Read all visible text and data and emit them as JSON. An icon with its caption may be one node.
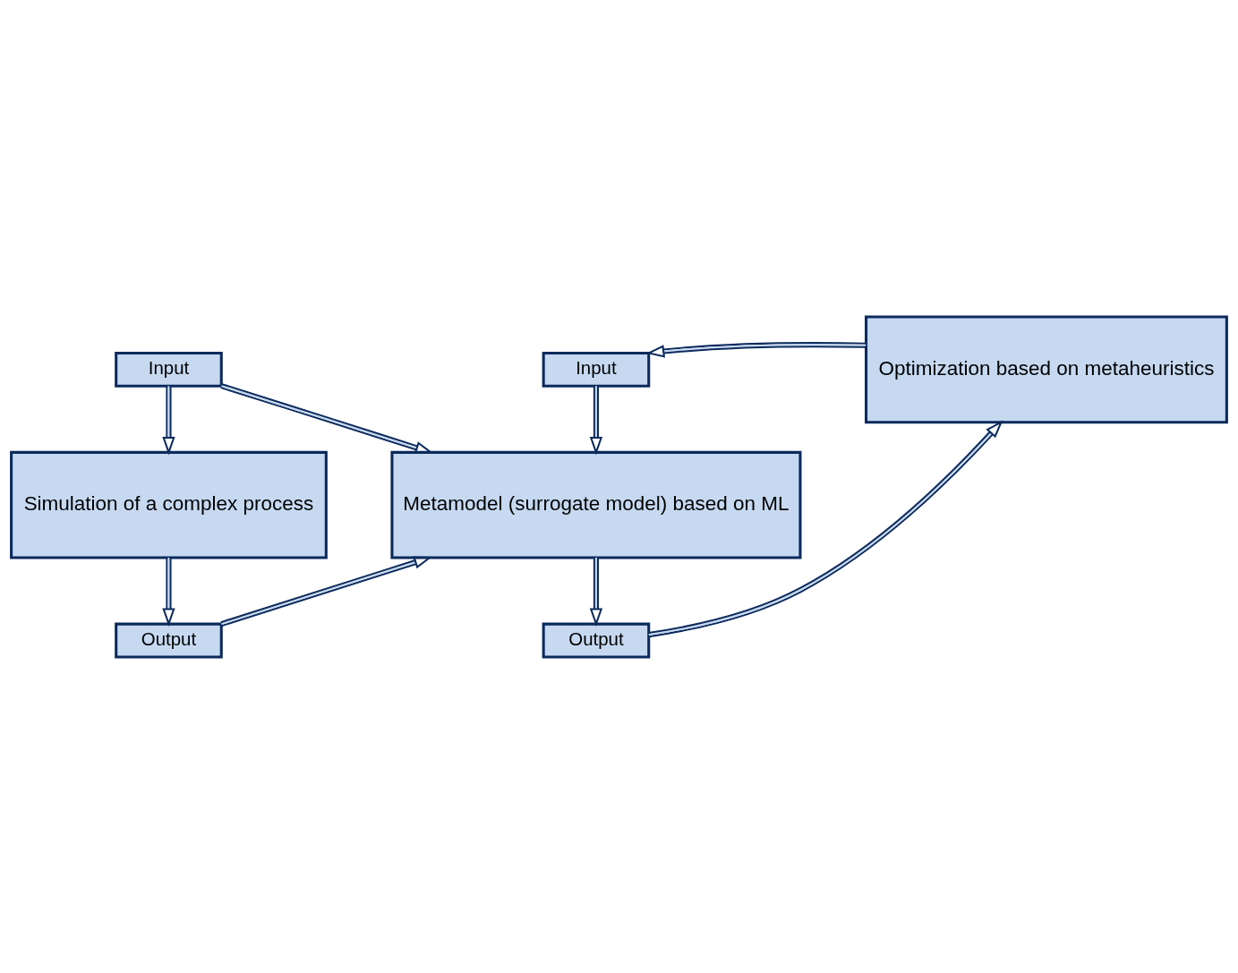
{
  "diagram": {
    "nodes": [
      {
        "text": [
          "Input"
        ]
      },
      {
        "text": [
          "Simulation of a complex process"
        ]
      },
      {
        "text": [
          "Output"
        ]
      },
      {
        "text": [
          "Input"
        ]
      },
      {
        "text": [
          "Metamodel (surrogate model) based on ML"
        ]
      },
      {
        "text": [
          "Output"
        ]
      },
      {
        "text": [
          "Optimization based on metaheuristics"
        ]
      }
    ],
    "edges": [
      {
        "from": 0,
        "to": 1,
        "arrow": "to"
      },
      {
        "from": 1,
        "to": 2,
        "arrow": "to"
      },
      {
        "from": 0,
        "to": 4,
        "arrow": "to"
      },
      {
        "from": 2,
        "to": 4,
        "arrow": "to"
      },
      {
        "from": 3,
        "to": 4,
        "arrow": "to"
      },
      {
        "from": 4,
        "to": 5,
        "arrow": "to"
      },
      {
        "from": 5,
        "to": 6,
        "arrow": "to"
      },
      {
        "from": 6,
        "to": 3,
        "arrow": "to"
      }
    ]
  }
}
